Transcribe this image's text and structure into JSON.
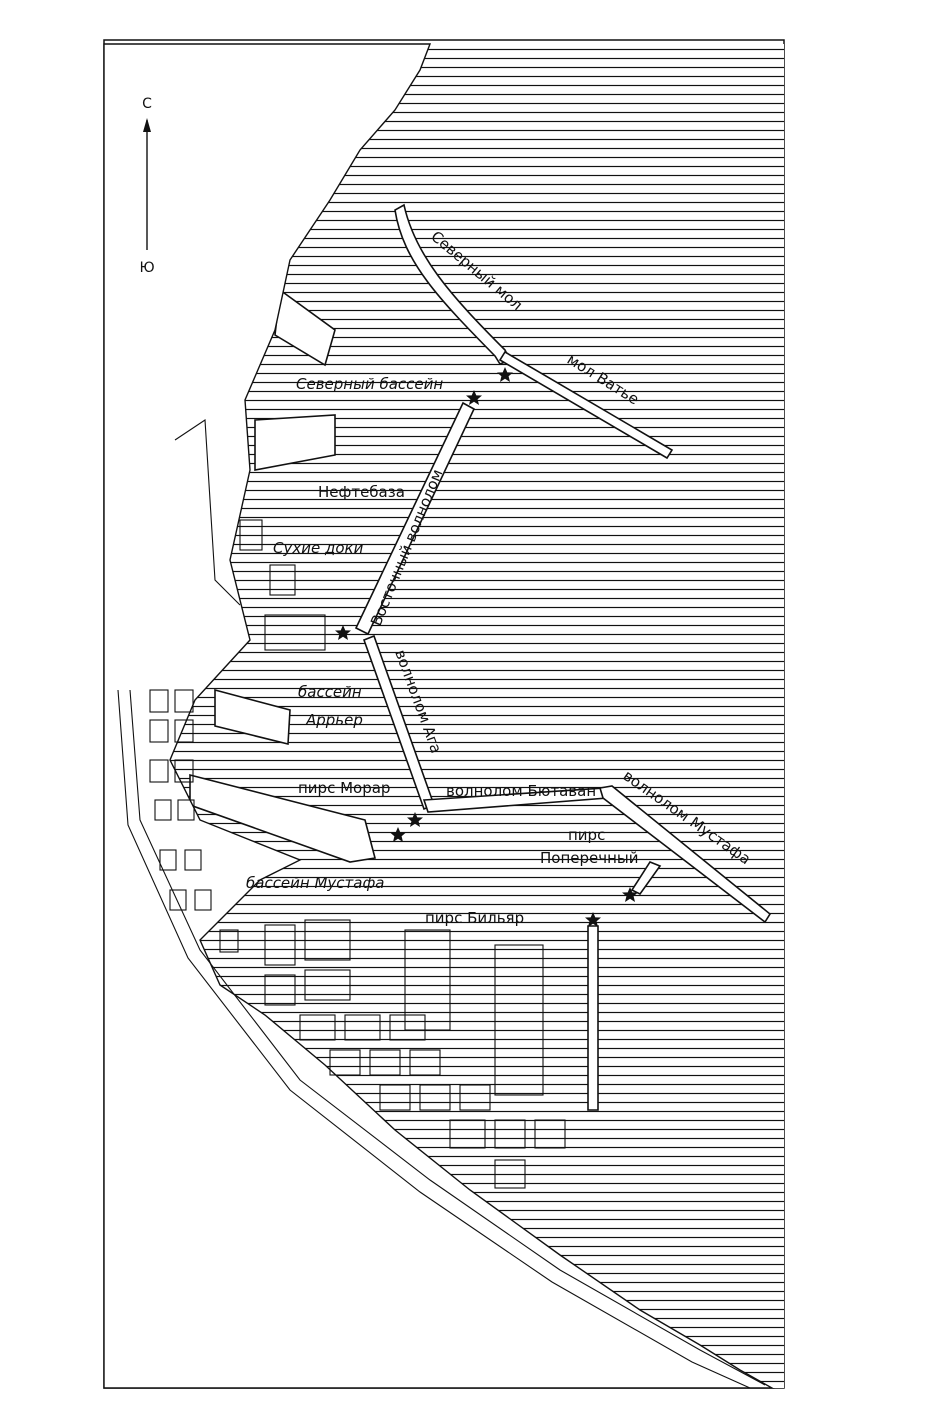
{
  "map": {
    "colors": {
      "ink": "#111111",
      "paper": "#ffffff"
    },
    "compass": {
      "north": "С",
      "south": "Ю"
    },
    "labels": {
      "northern_mole": "Северный мол",
      "vatier_mole": "мол Ватье",
      "northern_basin": "Северный бассейн",
      "oil_depot": "Нефтебаза",
      "dry_docks": "Сухие доки",
      "eastern_breakwater": "Восточный волнолом",
      "aga_breakwater": "волнолом Ага",
      "basin_word": "бассейн",
      "arrier": "Аррьер",
      "morar_pier": "пирс Морар",
      "butavan_breakwater": "волнолом Бютаван",
      "mustafa_breakwater": "волнолом Мустафа",
      "pier_word": "пирс",
      "poperechny": "Поперечный",
      "mustafa_basin": "бассейн Мустафа",
      "bilyar_pier": "пирс Бильяр"
    },
    "markers": [
      {
        "name": "star-northern-mole"
      },
      {
        "name": "star-northern-basin"
      },
      {
        "name": "star-eastern-breakwater-root"
      },
      {
        "name": "star-butavan-root"
      },
      {
        "name": "star-morar-pier"
      },
      {
        "name": "star-poperechny-pier"
      },
      {
        "name": "star-bilyar-pier"
      }
    ]
  }
}
